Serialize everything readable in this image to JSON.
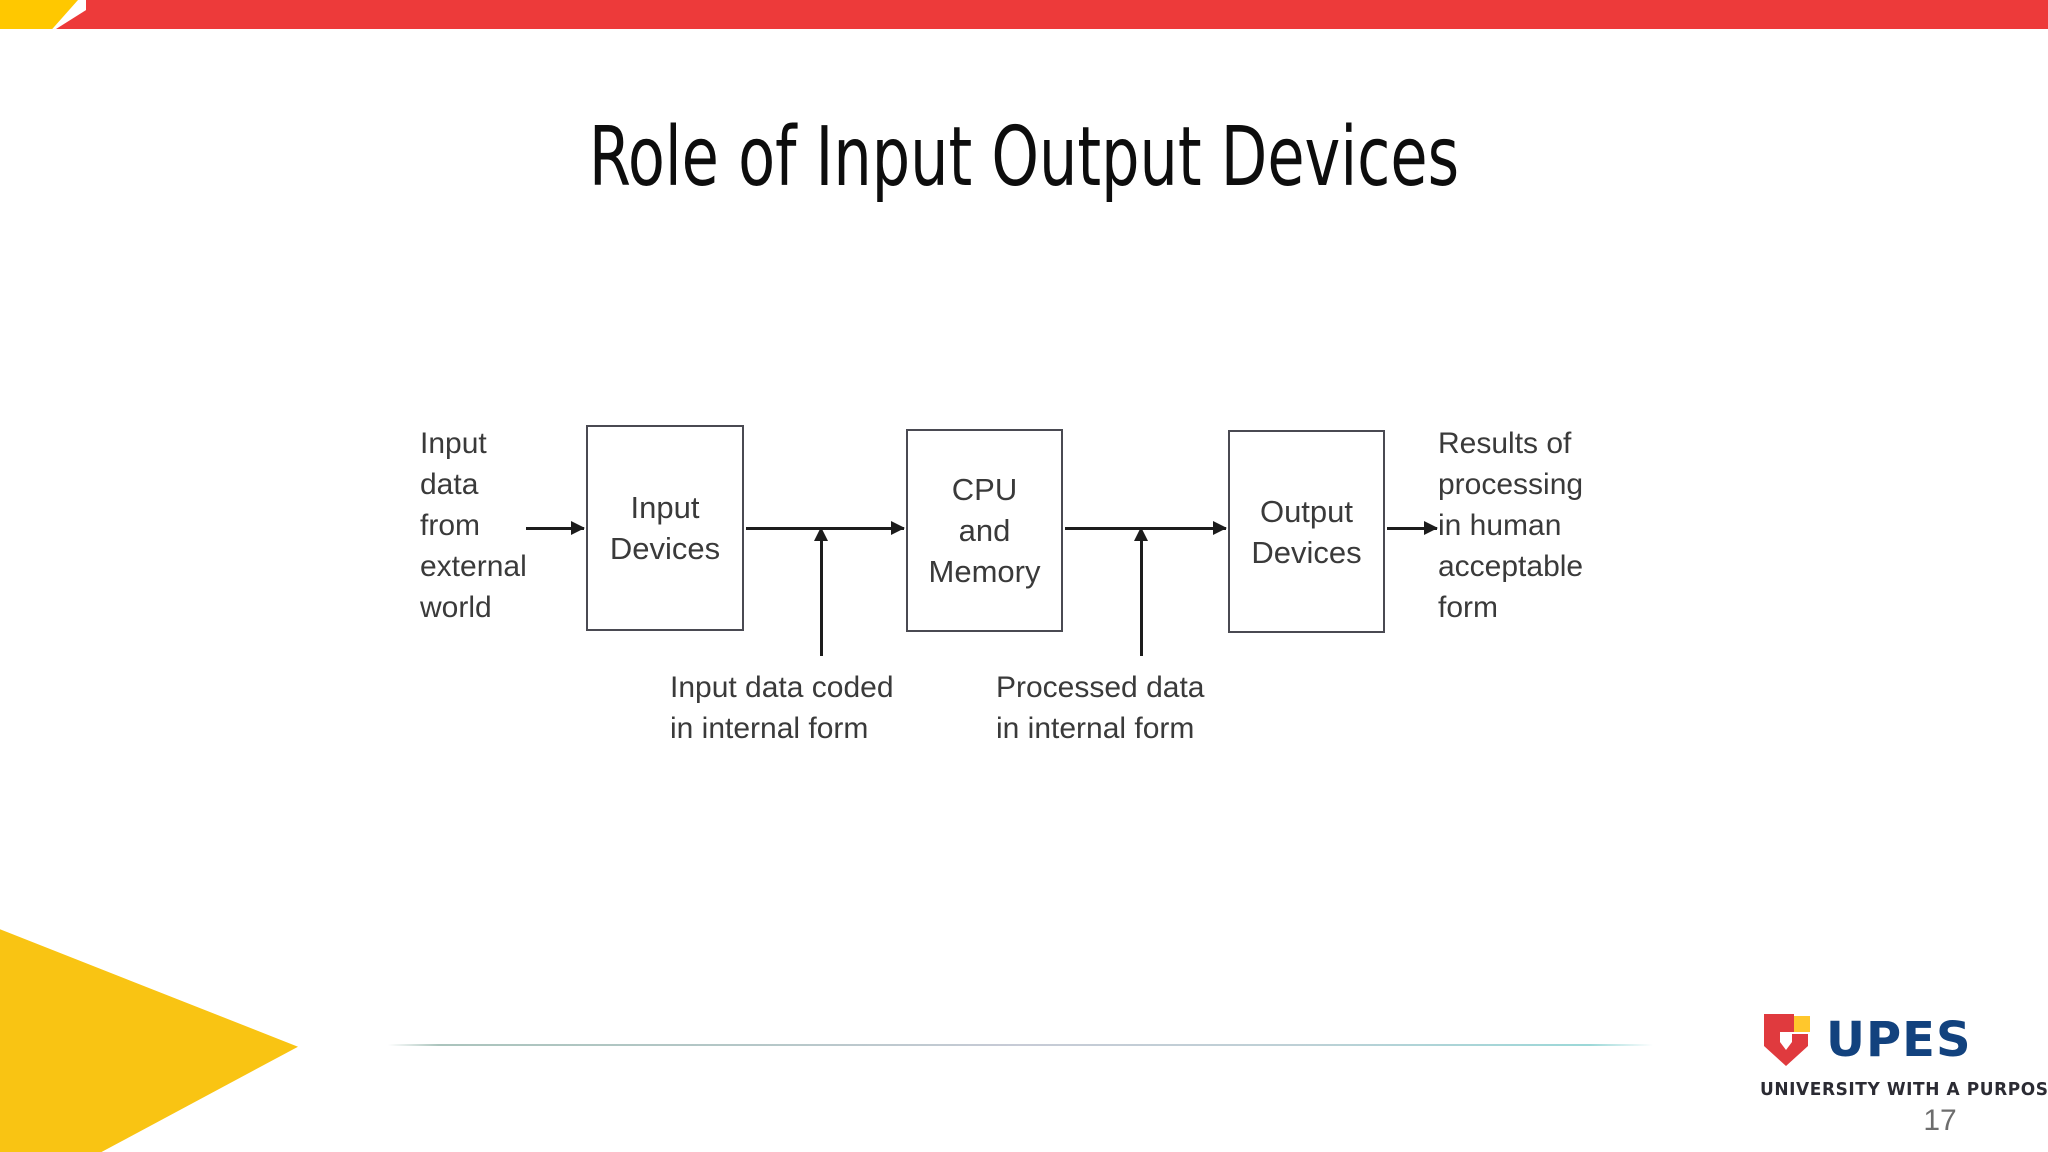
{
  "slide": {
    "title": "Role of Input Output Devices",
    "page_number": "17",
    "accent_red": "#ED3A3A",
    "accent_yellow": "#FFC800",
    "accent_yellow_bottom": "#F9C413",
    "brand_blue": "#12427E"
  },
  "diagram": {
    "type": "block-flow",
    "left_label": "Input\ndata\nfrom\nexternal\nworld",
    "right_label": "Results of\nprocessing\nin human\nacceptable\nform",
    "boxes": [
      {
        "id": "input-devices",
        "label": "Input\nDevices"
      },
      {
        "id": "cpu-memory",
        "label": "CPU\nand\nMemory"
      },
      {
        "id": "output-devices",
        "label": "Output\nDevices"
      }
    ],
    "notes": [
      {
        "id": "note-input",
        "label": "Input data coded\nin internal form"
      },
      {
        "id": "note-processed",
        "label": "Processed data\nin internal form"
      }
    ]
  },
  "logo": {
    "wordmark": "UPES",
    "tagline": "UNIVERSITY WITH A PURPOSE"
  }
}
